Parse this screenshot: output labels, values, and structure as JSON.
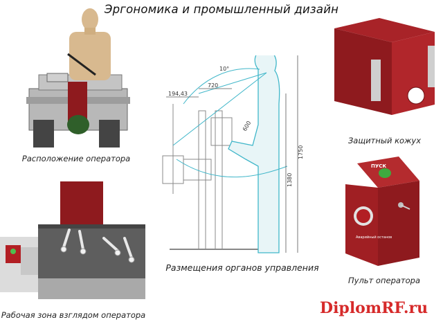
{
  "title": "Эргономика и промышленный дизайн",
  "panels": {
    "operator_position": "Расположение оператора",
    "work_zone": "Рабочая зона взглядом оператора",
    "controls_placement": "Размещения органов управления",
    "protective_cover": "Защитный кожух",
    "operator_console": "Пульт оператора"
  },
  "dimensions": {
    "d1": "194,43",
    "d2": "720",
    "d3": "10°",
    "d4": "600",
    "d5": "1750",
    "d6": "1380"
  },
  "console_labels": {
    "start": "ПУСК",
    "emergency_stop": "Аварийный останов"
  },
  "brand": {
    "prefix": "Diplom",
    "accent": "RF",
    "suffix": ".ru"
  },
  "colors": {
    "machine_red": "#8e1a1e",
    "mannequin": "#d8b98f",
    "outline_cyan": "#3fb6c9",
    "brand_red": "#d62a2a",
    "steel_gray": "#8b8b8b"
  }
}
